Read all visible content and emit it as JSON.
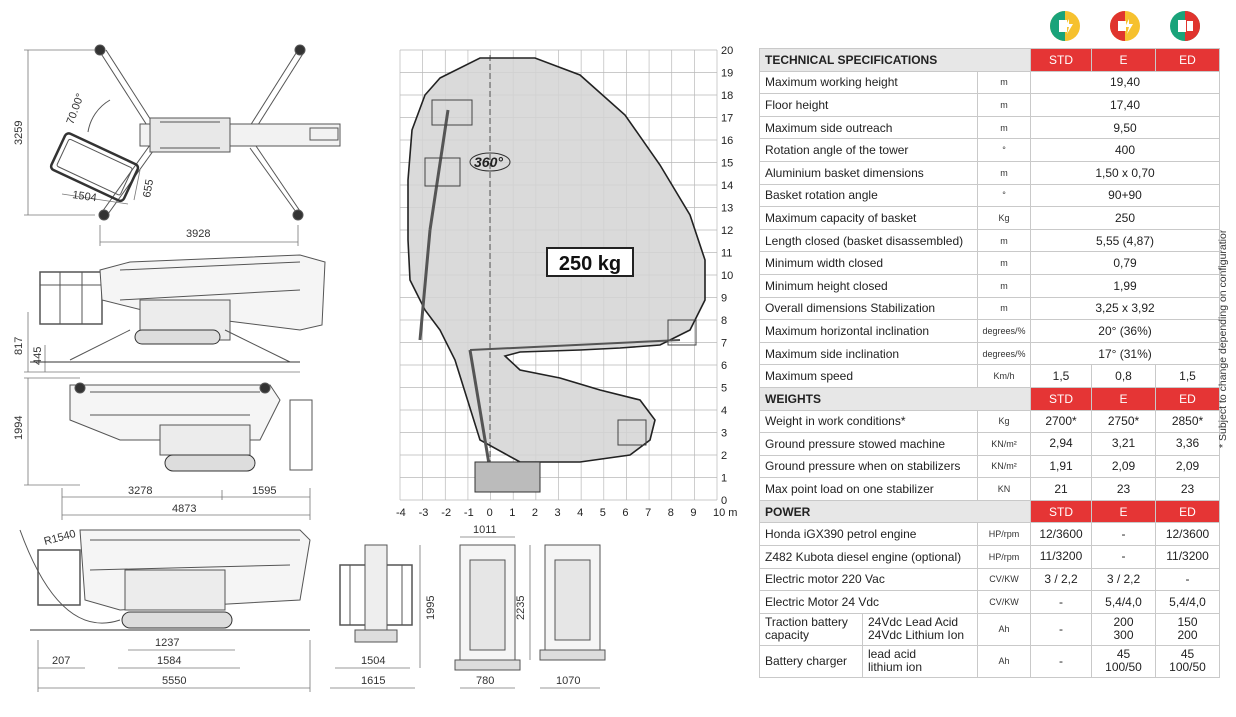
{
  "dims": {
    "angle": "70.00°",
    "d3259": "3259",
    "d655": "655",
    "d1504a": "1504",
    "d3928": "3928",
    "d817": "817",
    "d445": "445",
    "d1994": "1994",
    "d3278": "3278",
    "d1595": "1595",
    "d4873": "4873",
    "r1540": "R1540",
    "d1237": "1237",
    "d1584": "1584",
    "d207": "207",
    "d5550": "5550",
    "d1995": "1995",
    "d1504b": "1504",
    "d1615": "1615",
    "d1011": "1011",
    "d780": "780",
    "d2235": "2235",
    "d1070": "1070"
  },
  "chart_data": {
    "type": "working-range diagram",
    "capacity_label": "250 kg",
    "rotation_label": "360°",
    "y_ticks": [
      "0",
      "1",
      "2",
      "3",
      "4",
      "5",
      "6",
      "7",
      "8",
      "9",
      "10",
      "11",
      "12",
      "13",
      "14",
      "15",
      "16",
      "17",
      "18",
      "19",
      "20"
    ],
    "x_ticks": [
      "-4",
      "-3",
      "-2",
      "-1",
      "0",
      "1",
      "2",
      "3",
      "4",
      "5",
      "6",
      "7",
      "8",
      "9",
      "10 m"
    ],
    "xlim": [
      -4,
      10
    ],
    "ylim": [
      0,
      20
    ]
  },
  "icons": [
    {
      "name": "std-power-icon",
      "color": "#1aa37a"
    },
    {
      "name": "e-power-icon",
      "color": "#e0342e"
    },
    {
      "name": "ed-power-icon",
      "color": "#1aa37a"
    }
  ],
  "table": {
    "columns": [
      "STD",
      "E",
      "ED"
    ],
    "sections": [
      {
        "title": "TECHNICAL SPECIFICATIONS",
        "rows": [
          {
            "label": "Maximum working height",
            "unit": "m",
            "value": "19,40"
          },
          {
            "label": "Floor height",
            "unit": "m",
            "value": "17,40"
          },
          {
            "label": "Maximum side outreach",
            "unit": "m",
            "value": "9,50"
          },
          {
            "label": "Rotation angle of the tower",
            "unit": "°",
            "value": "400"
          },
          {
            "label": "Aluminium basket dimensions",
            "unit": "m",
            "value": "1,50 x 0,70"
          },
          {
            "label": "Basket rotation angle",
            "unit": "°",
            "value": "90+90"
          },
          {
            "label": "Maximum capacity of basket",
            "unit": "Kg",
            "value": "250"
          },
          {
            "label": "Length closed (basket disassembled)",
            "unit": "m",
            "value": "5,55 (4,87)"
          },
          {
            "label": "Minimum width closed",
            "unit": "m",
            "value": "0,79"
          },
          {
            "label": "Minimum height closed",
            "unit": "m",
            "value": "1,99"
          },
          {
            "label": "Overall dimensions  Stabilization",
            "unit": "m",
            "value": "3,25 x 3,92"
          },
          {
            "label": "Maximum horizontal inclination",
            "unit": "degrees/%",
            "value": "20° (36%)"
          },
          {
            "label": "Maximum side inclination",
            "unit": "degrees/%",
            "value": "17° (31%)"
          },
          {
            "label": "Maximum speed",
            "unit": "Km/h",
            "values": [
              "1,5",
              "0,8",
              "1,5"
            ]
          }
        ]
      },
      {
        "title": "WEIGHTS",
        "rows": [
          {
            "label": "Weight in work conditions*",
            "unit": "Kg",
            "values": [
              "2700*",
              "2750*",
              "2850*"
            ]
          },
          {
            "label": "Ground pressure stowed machine",
            "unit": "KN/m²",
            "values": [
              "2,94",
              "3,21",
              "3,36"
            ]
          },
          {
            "label": "Ground pressure when on stabilizers",
            "unit": "KN/m²",
            "values": [
              "1,91",
              "2,09",
              "2,09"
            ]
          },
          {
            "label": "Max point load on one stabilizer",
            "unit": "KN",
            "values": [
              "21",
              "23",
              "23"
            ]
          }
        ]
      },
      {
        "title": "POWER",
        "rows": [
          {
            "label": "Honda iGX390 petrol engine",
            "unit": "HP/rpm",
            "values": [
              "12/3600",
              "-",
              "12/3600"
            ]
          },
          {
            "label": "Z482 Kubota diesel engine (optional)",
            "unit": "HP/rpm",
            "values": [
              "11/3200",
              "-",
              "11/3200"
            ]
          },
          {
            "label": "Electric motor  220 Vac",
            "unit": "CV/KW",
            "values": [
              "3 / 2,2",
              "3 / 2,2",
              "-"
            ]
          },
          {
            "label": "Electric Motor  24 Vdc",
            "unit": "CV/KW",
            "values": [
              "-",
              "5,4/4,0",
              "5,4/4,0"
            ]
          },
          {
            "label": "Traction battery capacity",
            "sub": [
              "24Vdc Lead Acid",
              "24Vdc Lithium Ion"
            ],
            "unit": "Ah",
            "values": [
              "-",
              "200\n300",
              "150\n200"
            ]
          },
          {
            "label": "Battery charger",
            "sub": [
              "lead acid",
              "lithium ion"
            ],
            "unit": "Ah",
            "values": [
              "-",
              "45\n100/50",
              "45\n100/50"
            ]
          }
        ]
      }
    ]
  },
  "note": "* Subject to change depending on configuration."
}
